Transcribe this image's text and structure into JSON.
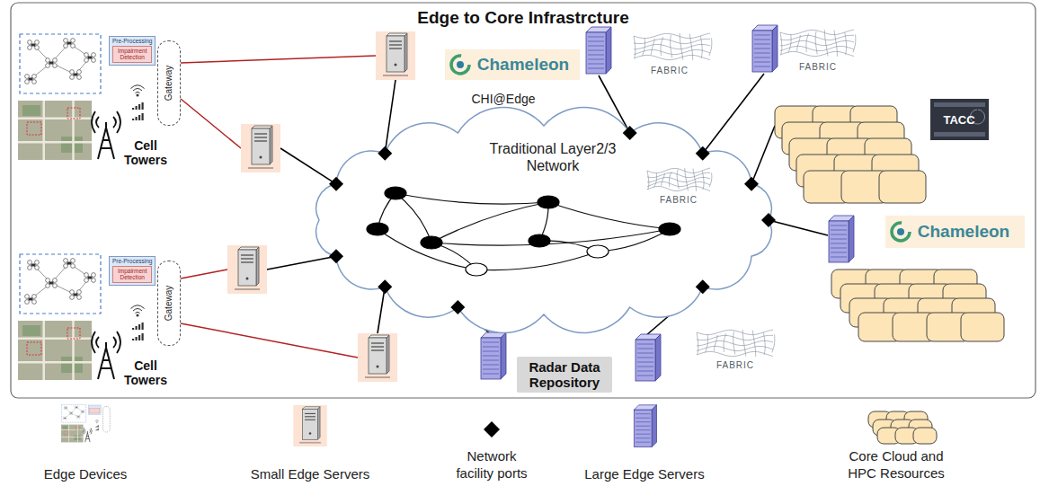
{
  "diagram": {
    "title": "Edge to Core Infrastrcture",
    "nodes": [
      {
        "text": [
          "Pre-Processing"
        ]
      },
      {
        "text": [
          "Impairment Detection"
        ],
        "in": 0
      },
      {
        "text": [
          "Gateway"
        ]
      },
      {
        "text": [
          "Traditional Layer2/3 Network"
        ]
      },
      {
        "text": [
          "Pre-Processing"
        ]
      },
      {
        "text": [
          "Impairment Detection"
        ],
        "in": 4
      },
      {
        "text": [
          "Gateway"
        ]
      },
      {
        "text": [
          "Radar Data Repository"
        ]
      }
    ],
    "labels": [
      "Chameleon",
      "CHI@Edge",
      "FABRIC",
      "FABRIC",
      "TACC",
      "FABRIC",
      "Chameleon",
      "FABRIC",
      "Cell Towers",
      "Cell Towers"
    ],
    "legend": [
      {
        "text": "Edge Devices"
      },
      {
        "text": "Small Edge Servers"
      },
      {
        "text": "Network facility ports"
      },
      {
        "text": "Large Edge Servers"
      },
      {
        "text": "Core Cloud and HPC Resources"
      }
    ]
  }
}
